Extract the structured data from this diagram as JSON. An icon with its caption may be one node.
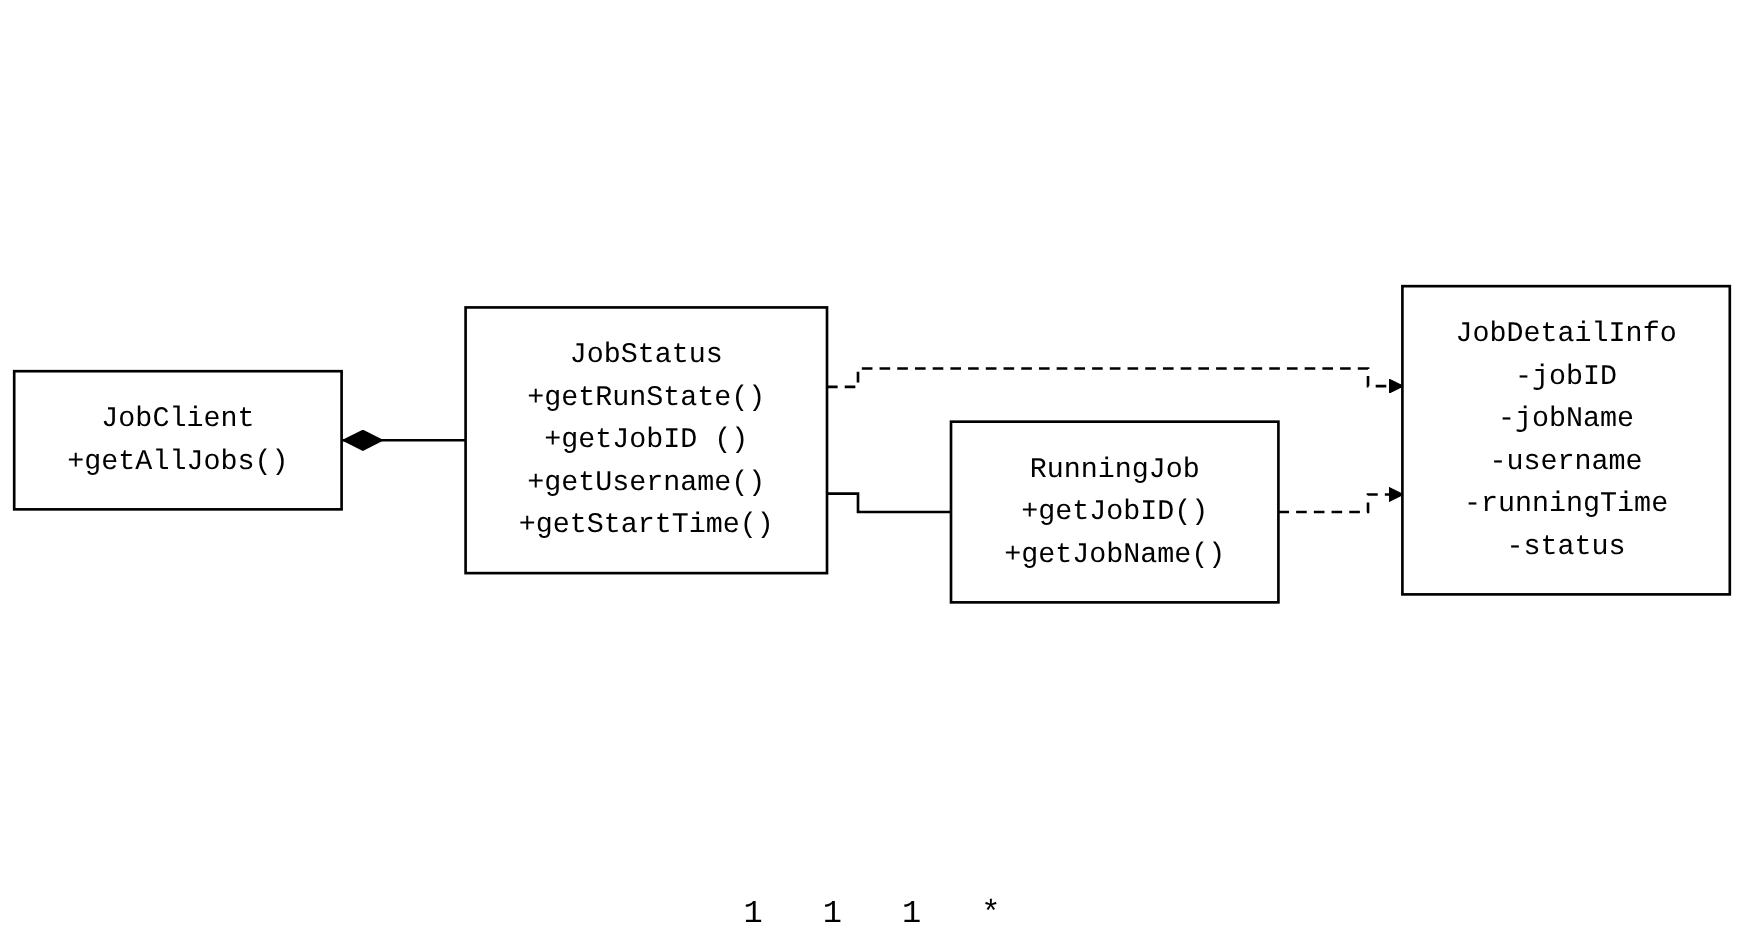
{
  "diagram": {
    "nodes": [
      {
        "text": [
          "JobClient",
          "+getAllJobs()"
        ]
      },
      {
        "text": [
          "JobStatus",
          "+getRunState()",
          "+getJobID ()",
          "+getUsername()",
          "+getStartTime()"
        ]
      },
      {
        "text": [
          "RunningJob",
          "+getJobID()",
          "+getJobName()"
        ]
      },
      {
        "text": [
          "JobDetailInfo",
          "-jobID",
          "-jobName",
          "-username",
          "-runningTime",
          "-status"
        ]
      }
    ],
    "edges": [
      {
        "from": 0,
        "to": 1,
        "arrow": "other"
      },
      {
        "from": 1,
        "to": 2,
        "arrow": "none"
      },
      {
        "from": 1,
        "to": 3,
        "arrow": "to",
        "style": "dashed"
      },
      {
        "from": 2,
        "to": 3,
        "arrow": "to",
        "style": "dashed"
      }
    ],
    "labels": [
      "1",
      "1",
      "1",
      "*"
    ]
  }
}
